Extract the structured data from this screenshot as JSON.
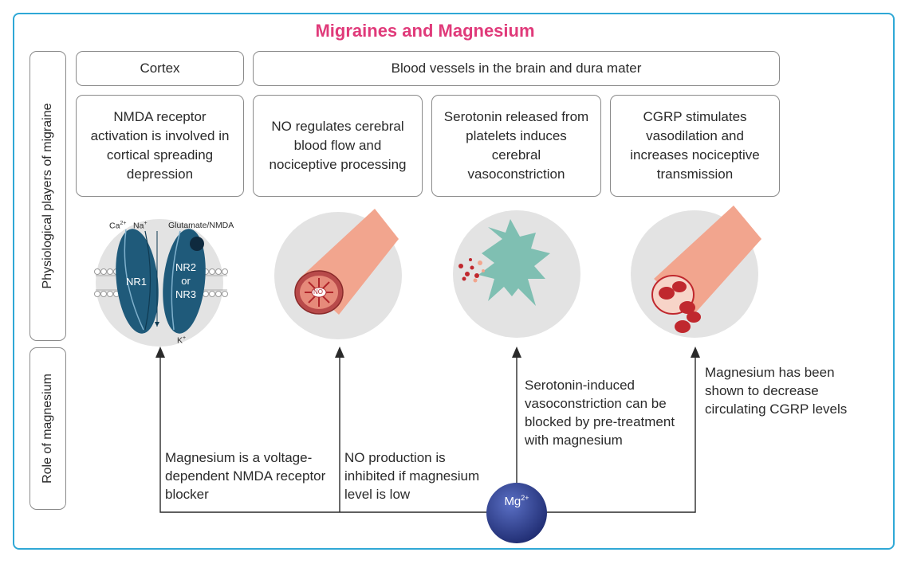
{
  "title": "Migraines and Magnesium",
  "side_labels": {
    "top": "Physiological players of migraine",
    "bottom": "Role of magnesium"
  },
  "headers": {
    "cortex": "Cortex",
    "vessels": "Blood vessels in the brain and dura mater"
  },
  "players": [
    "NMDA receptor activation is involved in cortical spreading depression",
    "NO regulates cerebral blood flow and nociceptive processing",
    "Serotonin released from platelets induces cerebral vasoconstriction",
    "CGRP stimulates vasodilation and increases nociceptive transmission"
  ],
  "roles": [
    "Magnesium is a voltage-dependent NMDA receptor blocker",
    "NO production is inhibited if magnesium level is low",
    "Serotonin-induced vasoconstriction can be blocked by pre-treatment with magnesium",
    "Magnesium has been shown to decrease circulating CGRP levels"
  ],
  "nmda_labels": {
    "ca": "Ca",
    "ca_charge": "2+",
    "na": "Na",
    "na_charge": "+",
    "glutamate": "Glutamate/NMDA",
    "k": "K",
    "k_charge": "+",
    "nr1": "NR1",
    "nr2_line1": "NR2",
    "nr2_line2": "or",
    "nr2_line3": "NR3"
  },
  "no_label": "NO",
  "mg": {
    "symbol": "Mg",
    "charge": "2+"
  },
  "colors": {
    "title": "#e03a7a",
    "frame": "#2fa8d6",
    "channel": "#1f5a7a",
    "vessel": "#f2a58e",
    "blood": "#c0282e",
    "platelet": "#7fbfb2",
    "magnesium": "#2a3a8c"
  }
}
